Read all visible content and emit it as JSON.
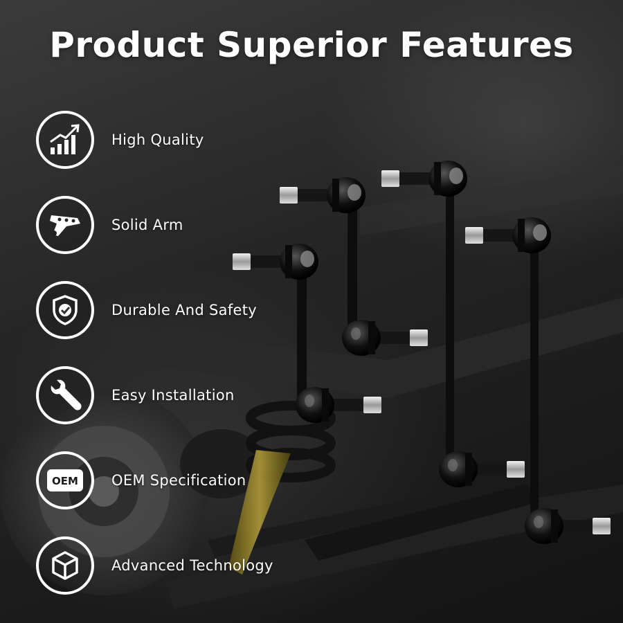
{
  "title": "Product Superior Features",
  "features": [
    {
      "label": "High Quality",
      "icon": "growth-chart-icon"
    },
    {
      "label": "Solid Arm",
      "icon": "control-arm-icon"
    },
    {
      "label": "Durable And Safety",
      "icon": "shield-check-icon"
    },
    {
      "label": "Easy Installation",
      "icon": "wrench-icon"
    },
    {
      "label": "OEM Specification",
      "icon": "oem-badge-icon",
      "badge_text": "OEM"
    },
    {
      "label": "Advanced Technology",
      "icon": "cube-icon"
    }
  ],
  "colors": {
    "text": "#ffffff",
    "link_body": "#0b0b0b",
    "bolt": "#d9d9d9",
    "spring": "#8a7a2a"
  }
}
